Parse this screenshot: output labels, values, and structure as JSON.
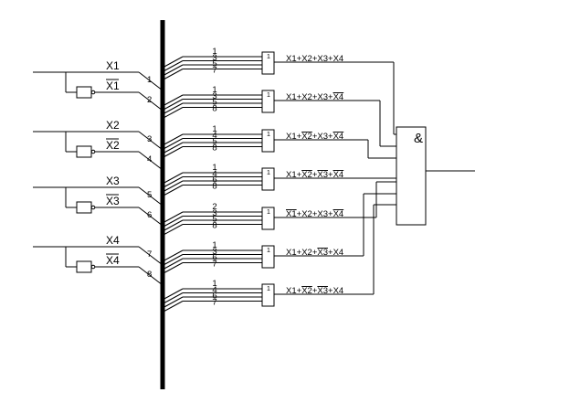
{
  "inputs": [
    {
      "name": "X1",
      "inv": "X1",
      "n_direct": "1",
      "n_inv": "2"
    },
    {
      "name": "X2",
      "inv": "X2",
      "n_direct": "3",
      "n_inv": "4"
    },
    {
      "name": "X3",
      "inv": "X3",
      "n_direct": "5",
      "n_inv": "6"
    },
    {
      "name": "X4",
      "inv": "X4",
      "n_direct": "7",
      "n_inv": "8"
    }
  ],
  "or_gates": [
    {
      "bus": [
        "1",
        "3",
        "5",
        "7"
      ],
      "gate_label": "1",
      "term": [
        {
          "v": "X1",
          "bar": false
        },
        {
          "v": "X2",
          "bar": false
        },
        {
          "v": "X3",
          "bar": false
        },
        {
          "v": "X4",
          "bar": false
        }
      ]
    },
    {
      "bus": [
        "1",
        "3",
        "5",
        "8"
      ],
      "gate_label": "1",
      "term": [
        {
          "v": "X1",
          "bar": false
        },
        {
          "v": "X2",
          "bar": false
        },
        {
          "v": "X3",
          "bar": false
        },
        {
          "v": "X4",
          "bar": true
        }
      ]
    },
    {
      "bus": [
        "1",
        "4",
        "5",
        "8"
      ],
      "gate_label": "1",
      "term": [
        {
          "v": "X1",
          "bar": false
        },
        {
          "v": "X2",
          "bar": true
        },
        {
          "v": "X3",
          "bar": false
        },
        {
          "v": "X4",
          "bar": true
        }
      ]
    },
    {
      "bus": [
        "1",
        "4",
        "6",
        "8"
      ],
      "gate_label": "1",
      "term": [
        {
          "v": "X1",
          "bar": false
        },
        {
          "v": "X2",
          "bar": true
        },
        {
          "v": "X3",
          "bar": true
        },
        {
          "v": "X4",
          "bar": true
        }
      ]
    },
    {
      "bus": [
        "2",
        "3",
        "5",
        "8"
      ],
      "gate_label": "1",
      "term": [
        {
          "v": "X1",
          "bar": true
        },
        {
          "v": "X2",
          "bar": false
        },
        {
          "v": "X3",
          "bar": false
        },
        {
          "v": "X4",
          "bar": true
        }
      ]
    },
    {
      "bus": [
        "1",
        "3",
        "6",
        "7"
      ],
      "gate_label": "1",
      "term": [
        {
          "v": "X1",
          "bar": false
        },
        {
          "v": "X2",
          "bar": false
        },
        {
          "v": "X3",
          "bar": true
        },
        {
          "v": "X4",
          "bar": false
        }
      ]
    },
    {
      "bus": [
        "1",
        "4",
        "6",
        "7"
      ],
      "gate_label": "1",
      "term": [
        {
          "v": "X1",
          "bar": false
        },
        {
          "v": "X2",
          "bar": true
        },
        {
          "v": "X3",
          "bar": true
        },
        {
          "v": "X4",
          "bar": false
        }
      ]
    }
  ],
  "inverter_label": "1",
  "and_gate_label": "&",
  "plus": "+"
}
